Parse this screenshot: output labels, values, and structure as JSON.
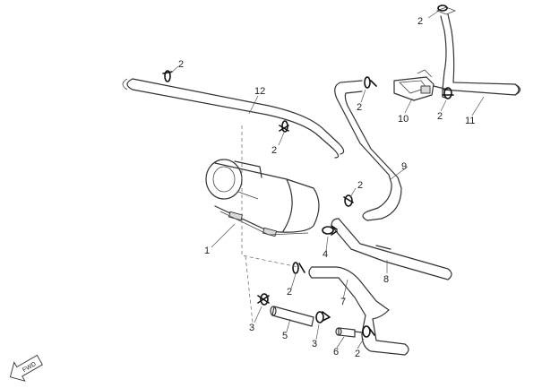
{
  "diagram": {
    "callouts": [
      {
        "id": "c2a",
        "text": "2"
      },
      {
        "id": "c12",
        "text": "12"
      },
      {
        "id": "c2b",
        "text": "2"
      },
      {
        "id": "c10",
        "text": "10"
      },
      {
        "id": "c2c",
        "text": "2"
      },
      {
        "id": "c11",
        "text": "11"
      },
      {
        "id": "c2d",
        "text": "2"
      },
      {
        "id": "c2e",
        "text": "2"
      },
      {
        "id": "c9",
        "text": "9"
      },
      {
        "id": "c2f",
        "text": "2"
      },
      {
        "id": "c1",
        "text": "1"
      },
      {
        "id": "c4",
        "text": "4"
      },
      {
        "id": "c8",
        "text": "8"
      },
      {
        "id": "c2g",
        "text": "2"
      },
      {
        "id": "c7",
        "text": "7"
      },
      {
        "id": "c3a",
        "text": "3"
      },
      {
        "id": "c5",
        "text": "5"
      },
      {
        "id": "c3b",
        "text": "3"
      },
      {
        "id": "c6",
        "text": "6"
      },
      {
        "id": "c2h",
        "text": "2"
      }
    ],
    "fwd_label": "FWD"
  }
}
